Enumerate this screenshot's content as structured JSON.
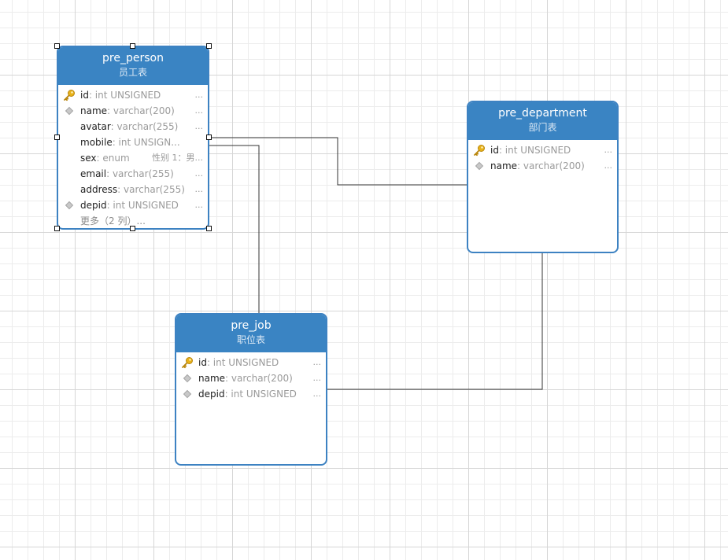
{
  "diagram": {
    "entities": [
      {
        "id": "pre-person",
        "name": "pre_person",
        "comment": "员工表",
        "fields": [
          {
            "name": "id",
            "type": ": int UNSIGNED",
            "extra": "...",
            "marker": "key-icon"
          },
          {
            "name": "name",
            "type": ": varchar(200)",
            "extra": "...",
            "marker": "diamond-icon"
          },
          {
            "name": "avatar",
            "type": ": varchar(255)",
            "extra": "...",
            "marker": ""
          },
          {
            "name": "mobile",
            "type": ": int UNSIGN...",
            "extra": "",
            "marker": ""
          },
          {
            "name": "sex",
            "type": ": enum",
            "extra": "性别 1：男...",
            "marker": ""
          },
          {
            "name": "email",
            "type": ": varchar(255)",
            "extra": "...",
            "marker": ""
          },
          {
            "name": "address",
            "type": ": varchar(255)",
            "extra": "...",
            "marker": ""
          },
          {
            "name": "depid",
            "type": ": int UNSIGNED",
            "extra": "...",
            "marker": "diamond-icon"
          }
        ],
        "more": "更多（2 列）..."
      },
      {
        "id": "pre-department",
        "name": "pre_department",
        "comment": "部门表",
        "fields": [
          {
            "name": "id",
            "type": ": int UNSIGNED",
            "extra": "...",
            "marker": "key-icon"
          },
          {
            "name": "name",
            "type": ": varchar(200)",
            "extra": "...",
            "marker": "diamond-icon"
          }
        ],
        "more": ""
      },
      {
        "id": "pre-job",
        "name": "pre_job",
        "comment": "职位表",
        "fields": [
          {
            "name": "id",
            "type": ": int UNSIGNED",
            "extra": "...",
            "marker": "key-icon"
          },
          {
            "name": "name",
            "type": ": varchar(200)",
            "extra": "...",
            "marker": "diamond-icon"
          },
          {
            "name": "depid",
            "type": ": int UNSIGNED",
            "extra": "...",
            "marker": "diamond-icon"
          }
        ],
        "more": ""
      }
    ],
    "relationships": [
      {
        "from": "pre-person",
        "to": "pre-department"
      },
      {
        "from": "pre-person",
        "to": "pre-job"
      },
      {
        "from": "pre-job",
        "to": "pre-department"
      }
    ],
    "selected_entity": "pre-person",
    "colors": {
      "header": "#3a84c3",
      "border": "#3d82c2",
      "key": "#e8b21a",
      "diamond": "#bdbdbd",
      "connector": "#333333"
    }
  }
}
